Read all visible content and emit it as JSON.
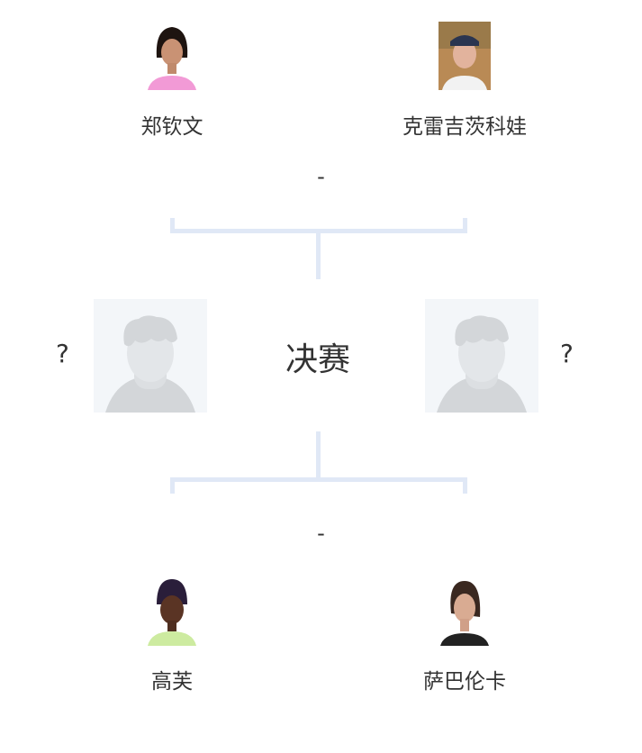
{
  "semifinals": [
    {
      "player1": {
        "name": "郑钦文"
      },
      "player2": {
        "name": "克雷吉茨科娃"
      },
      "score": "-"
    },
    {
      "player1": {
        "name": "高芙"
      },
      "player2": {
        "name": "萨巴伦卡"
      },
      "score": "-"
    }
  ],
  "final": {
    "title": "决赛",
    "left_player": "?",
    "right_player": "?"
  }
}
